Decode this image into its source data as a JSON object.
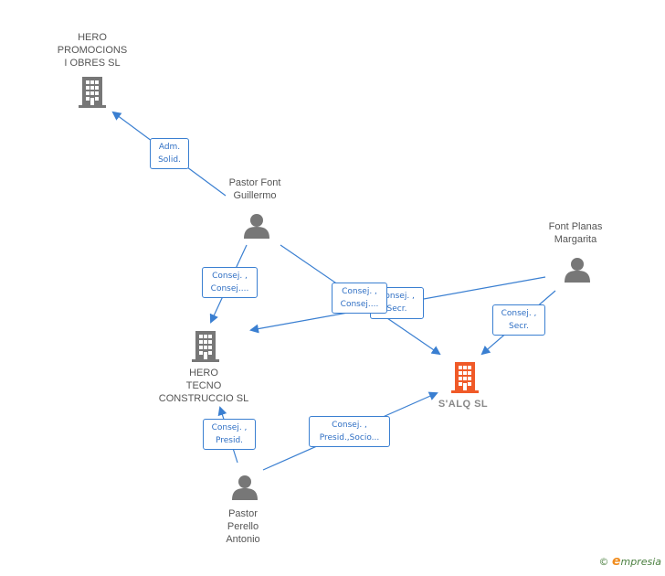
{
  "colors": {
    "edge": "#3a7fd1",
    "company_icon": "#777777",
    "main_company_icon": "#f05a28",
    "person_icon": "#777777"
  },
  "nodes": {
    "hero_promocions": {
      "line1": "HERO",
      "line2": "PROMOCIONS",
      "line3": "I OBRES SL",
      "icon": "building-icon"
    },
    "pastor_font": {
      "line1": "Pastor Font",
      "line2": "Guillermo",
      "icon": "person-icon"
    },
    "font_planas": {
      "line1": "Font Planas",
      "line2": "Margarita",
      "icon": "person-icon"
    },
    "hero_tecno": {
      "line1": "HERO",
      "line2": "TECNO",
      "line3": "CONSTRUCCIO SL",
      "icon": "building-icon"
    },
    "salq": {
      "line1": "S'ALQ SL",
      "icon": "building-icon"
    },
    "pastor_perello": {
      "line1": "Pastor",
      "line2": "Perello",
      "line3": "Antonio",
      "icon": "person-icon"
    }
  },
  "edges": {
    "adm_solid": {
      "line1": "Adm.",
      "line2": "Solid."
    },
    "consej_tecno_pastor_font": {
      "line1": "Consej. ,",
      "line2": "Consej...."
    },
    "consej_secr_back": {
      "line1": "Consej. ,",
      "line2": "Secr."
    },
    "consej_front": {
      "line1": "Consej. ,",
      "line2": "Consej...."
    },
    "consej_secr_planas": {
      "line1": "Consej. ,",
      "line2": "Secr."
    },
    "consej_presid_tecno": {
      "line1": "Consej. ,",
      "line2": "Presid."
    },
    "consej_presid_socio": {
      "line1": "Consej. ,",
      "line2": "Presid.,Socio..."
    }
  },
  "brand": {
    "copyright": "©",
    "initial": "e",
    "rest": "mpresia"
  }
}
